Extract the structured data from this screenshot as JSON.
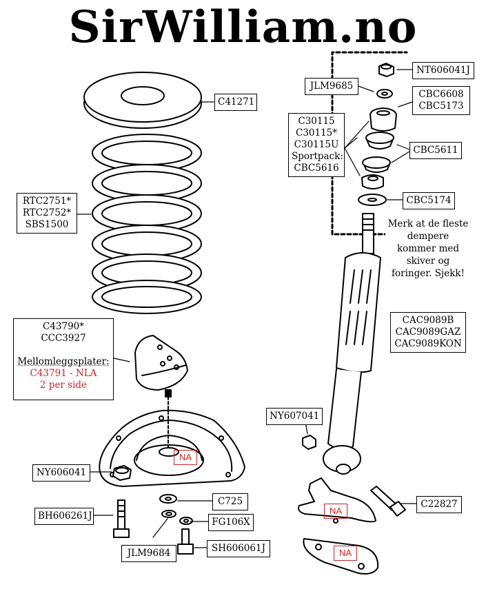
{
  "title": "SirWilliam.no",
  "parts": {
    "washer_top": "C41271",
    "spring": [
      "RTC2751*",
      "RTC2752*",
      "SBS1500"
    ],
    "bump_stop": [
      "C43790*",
      "CCC3927",
      "",
      "Mellomleggsplater:"
    ],
    "bump_stop_red": [
      "C43791 - NLA",
      "2 per side"
    ],
    "nut_top": "NT606041J",
    "washer_small": "JLM9685",
    "cup_top": [
      "CBC6608",
      "CBC5173"
    ],
    "bushes": [
      "C30115",
      "C30115*",
      "C30115U",
      "Sportpack:",
      "CBC5616"
    ],
    "cups": "CBC5611",
    "washer_bottom": "CBC5174",
    "damper": [
      "CAC9089B",
      "CAC9089GAZ",
      "CAC9089KON"
    ],
    "nyloc_damper": "NY607041",
    "nyloc_mount": "NY606041",
    "bolt_left": "BH606261J",
    "washer_c725": "C725",
    "washer_fg": "FG106X",
    "spring_washer": "JLM9684",
    "screw": "SH606061J",
    "bolt_damper": "C22827"
  },
  "note": [
    "Merk at de fleste",
    "dempere",
    "kommer med",
    "skiver og",
    "foringer. Sjekk!"
  ],
  "na_marks": [
    "NA",
    "NA",
    "NA"
  ],
  "colors": {
    "na": "#d02020",
    "ink": "#000000"
  }
}
